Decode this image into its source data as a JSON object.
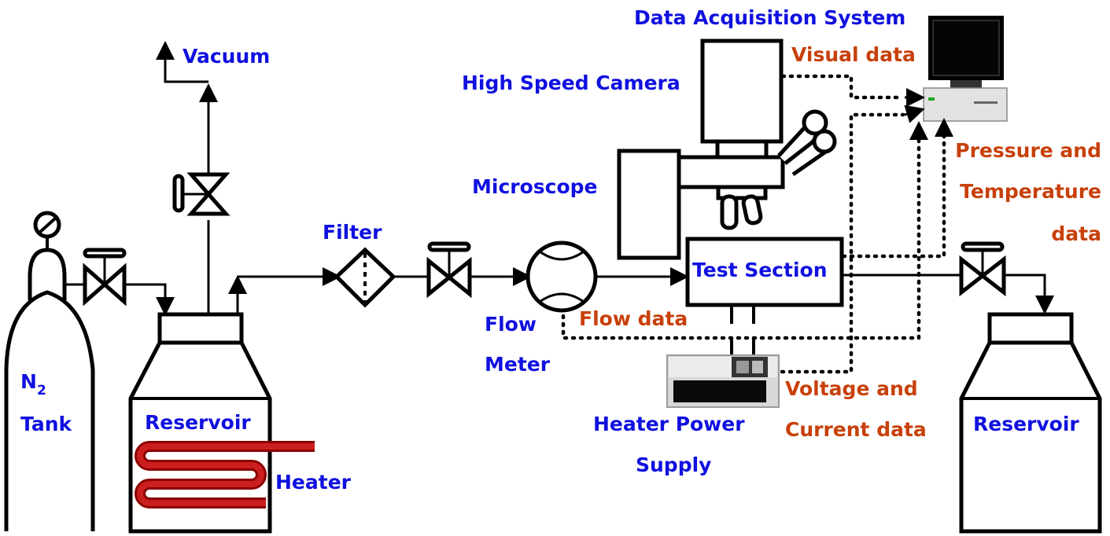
{
  "labels": {
    "vacuum": "Vacuum",
    "filter": "Filter",
    "flow_meter_1": "Flow",
    "flow_meter_2": "Meter",
    "n2_tank_n": "N",
    "n2_tank_sub": "2",
    "n2_tank_word": "Tank",
    "reservoir_left": "Reservoir",
    "reservoir_right": "Reservoir",
    "heater": "Heater",
    "high_speed_camera": "High Speed Camera",
    "microscope": "Microscope",
    "test_section": "Test Section",
    "heater_power_supply_1": "Heater Power",
    "heater_power_supply_2": "Supply",
    "data_acquisition_system": "Data Acquisition System"
  },
  "data_labels": {
    "visual_data": "Visual data",
    "flow_data": "Flow data",
    "pressure_1": "Pressure and",
    "pressure_2": "Temperature",
    "pressure_3": "data",
    "voltage_1": "Voltage and",
    "voltage_2": "Current data"
  },
  "colors": {
    "component_label": "#1010e0",
    "data_label": "#c8400a",
    "heater_coil": "#cc1e1e"
  }
}
